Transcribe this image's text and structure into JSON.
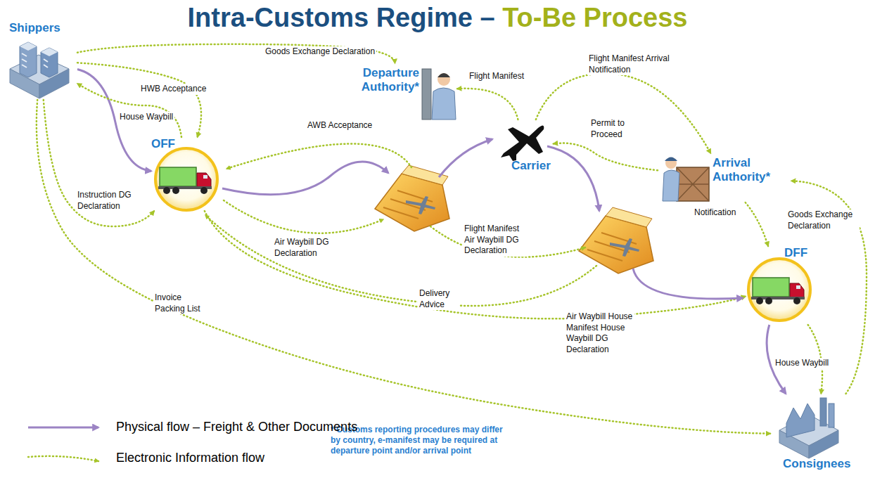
{
  "diagram": {
    "title": "Intra-Customs Regime – To-Be Process",
    "nodes": [
      {
        "text": [
          "Shippers"
        ]
      },
      {
        "text": [
          "OFF"
        ]
      },
      {
        "text": [
          "Departure Authority*"
        ]
      },
      {
        "text": [
          "Carrier"
        ]
      },
      {
        "text": [
          "Arrival Authority*"
        ]
      },
      {
        "text": [
          "DFF"
        ]
      },
      {
        "text": [
          "Consignees"
        ]
      }
    ],
    "edges": [
      {
        "from": 0,
        "to": 1,
        "arrow": "to"
      },
      {
        "from": 0,
        "to": 2,
        "arrow": "to",
        "label": "Goods Exchange Declaration"
      },
      {
        "from": 1,
        "to": 0,
        "arrow": "to",
        "label": "House Waybill"
      },
      {
        "from": 0,
        "to": 1,
        "arrow": "to",
        "label": "HWB Acceptance"
      },
      {
        "from": 0,
        "to": 1,
        "arrow": "to",
        "label": "Instruction DG Declaration"
      },
      {
        "from": 0,
        "to": 6,
        "arrow": "to",
        "label": "Invoice Packing List"
      },
      {
        "from": 3,
        "to": 2,
        "arrow": "to",
        "label": "Flight Manifest"
      },
      {
        "from": 3,
        "to": 4,
        "arrow": "to",
        "label": "Flight Manifest Arrival Notification"
      },
      {
        "from": 4,
        "to": 3,
        "arrow": "to",
        "label": "Permit to Proceed"
      },
      {
        "from": 4,
        "to": 5,
        "arrow": "to",
        "label": "Notification"
      },
      {
        "from": 6,
        "to": 4,
        "arrow": "to",
        "label": "Goods Exchange Declaration"
      },
      {
        "from": 5,
        "to": 6,
        "arrow": "to"
      },
      {
        "from": 5,
        "to": 6,
        "arrow": "to",
        "label": "House Waybill"
      },
      {
        "from": 1,
        "to": 5,
        "arrow": "to",
        "label": "Air Waybill House Manifest House Waybill DG Declaration"
      }
    ],
    "labels": [
      "AWB Acceptance",
      "Air Waybill DG Declaration",
      "Flight Manifest Air Waybill DG Declaration",
      "Delivery Advice",
      "* Customs reporting procedures may differ by country, e-manifest may be required at departure point and/or arrival point"
    ],
    "legend": [
      {
        "text": "Physical flow – Freight & Other Documents"
      },
      {
        "text": "Electronic Information flow"
      }
    ]
  }
}
